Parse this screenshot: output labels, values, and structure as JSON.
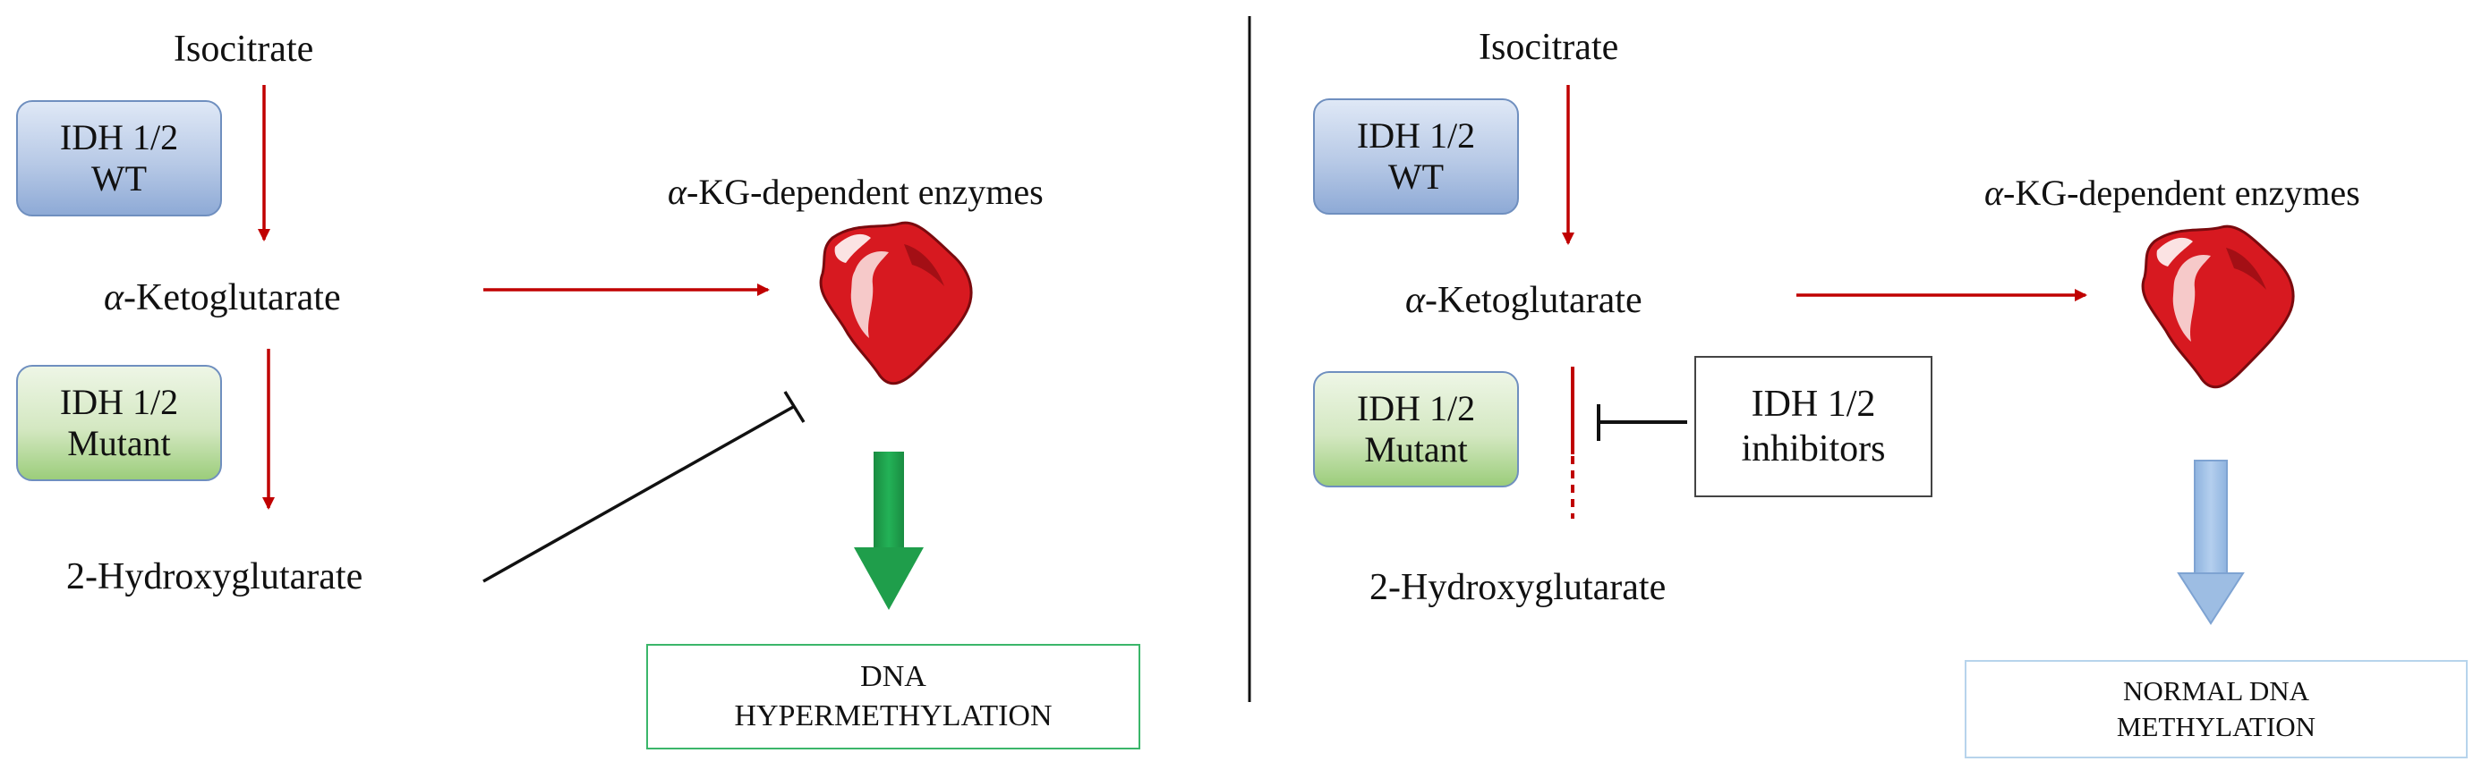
{
  "left": {
    "isocitrate": "Isocitrate",
    "idh_wt": {
      "line1": "IDH 1/2",
      "line2": "WT"
    },
    "alpha_prefix": "α",
    "alpha_kg": "-Ketoglutarate",
    "idh_mut": {
      "line1": "IDH 1/2",
      "line2": "Mutant"
    },
    "hydroxy": "2-Hydroxyglutarate",
    "enzymes_prefix": "α",
    "enzymes": "-KG-dependent enzymes",
    "outcome": {
      "line1": "DNA",
      "line2": "HYPERMETHYLATION"
    }
  },
  "right": {
    "isocitrate": "Isocitrate",
    "idh_wt": {
      "line1": "IDH 1/2",
      "line2": "WT"
    },
    "alpha_prefix": "α",
    "alpha_kg": "-Ketoglutarate",
    "idh_mut": {
      "line1": "IDH 1/2",
      "line2": "Mutant"
    },
    "inhibitors": {
      "line1": "IDH 1/2",
      "line2": "inhibitors"
    },
    "hydroxy": "2-Hydroxyglutarate",
    "enzymes_prefix": "α",
    "enzymes": "-KG-dependent enzymes",
    "outcome": {
      "line1": "NORMAL DNA",
      "line2": "METHYLATION"
    }
  },
  "colors": {
    "arrow_red": "#c00000",
    "enzyme_red": "#d71920",
    "green_arrow": "#1f9e4b",
    "blue_arrow": "#9dbde3"
  }
}
